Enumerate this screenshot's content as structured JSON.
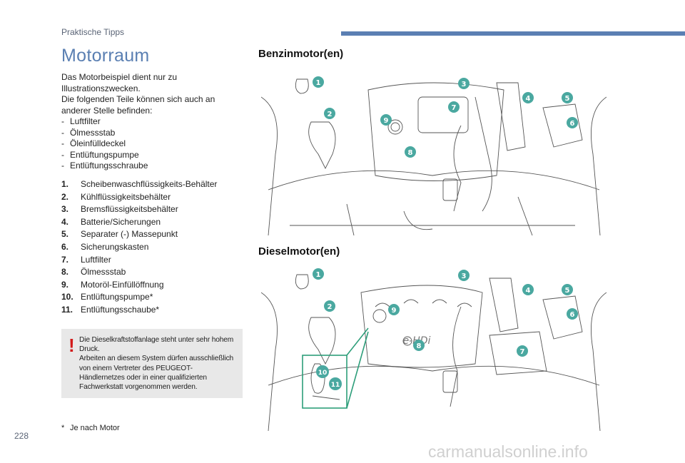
{
  "header": {
    "section": "Praktische Tipps"
  },
  "page_title": "Motorraum",
  "intro": [
    "Das Motorbeispiel dient nur zu",
    "Illustrationszwecken.",
    "Die folgenden Teile können sich auch an",
    "anderer Stelle befinden:"
  ],
  "bullets": [
    "Luftfilter",
    "Ölmessstab",
    "Öleinfülldeckel",
    "Entlüftungspumpe",
    "Entlüftungsschraube"
  ],
  "parts": [
    {
      "num": "1.",
      "label": "Scheibenwaschflüssigkeits-Behälter"
    },
    {
      "num": "2.",
      "label": "Kühlflüssigkeitsbehälter"
    },
    {
      "num": "3.",
      "label": "Bremsflüssigkeitsbehälter"
    },
    {
      "num": "4.",
      "label": "Batterie/Sicherungen"
    },
    {
      "num": "5.",
      "label": "Separater (-) Massepunkt"
    },
    {
      "num": "6.",
      "label": "Sicherungskasten"
    },
    {
      "num": "7.",
      "label": "Luftfilter"
    },
    {
      "num": "8.",
      "label": "Ölmessstab"
    },
    {
      "num": "9.",
      "label": "Motoröl-Einfüllöffnung"
    },
    {
      "num": "10.",
      "label": "Entlüftungspumpe*"
    },
    {
      "num": "11.",
      "label": "Entlüftungsschaube*"
    }
  ],
  "warning": {
    "mark": "!",
    "lines": [
      "Die Dieselkraftstoffanlage steht unter sehr hohem",
      "Druck.",
      "Arbeiten an diesem System dürfen ausschließlich",
      "von einem Vertreter des PEUGEOT-",
      "Händlernetzes oder in einer qualifizierten",
      "Fachwerkstatt vorgenommen werden."
    ]
  },
  "footnote": {
    "star": "*",
    "text": "Je nach Motor"
  },
  "petrol": {
    "title": "Benzinmotor(en)",
    "badges": [
      "1",
      "2",
      "3",
      "4",
      "5",
      "6",
      "7",
      "8",
      "9"
    ]
  },
  "diesel": {
    "title": "Dieselmotor(en)",
    "engine_logo": "e-HDi",
    "badges": [
      "1",
      "2",
      "3",
      "4",
      "5",
      "6",
      "7",
      "8",
      "9",
      "10",
      "11"
    ]
  },
  "page_number": "228",
  "watermark": "carmanualsonline.info",
  "colors": {
    "accent": "#5b7fb3",
    "badge": "#4aa8a0",
    "warning_mark": "#d21a1a",
    "inset_line": "#2d9e7a"
  }
}
